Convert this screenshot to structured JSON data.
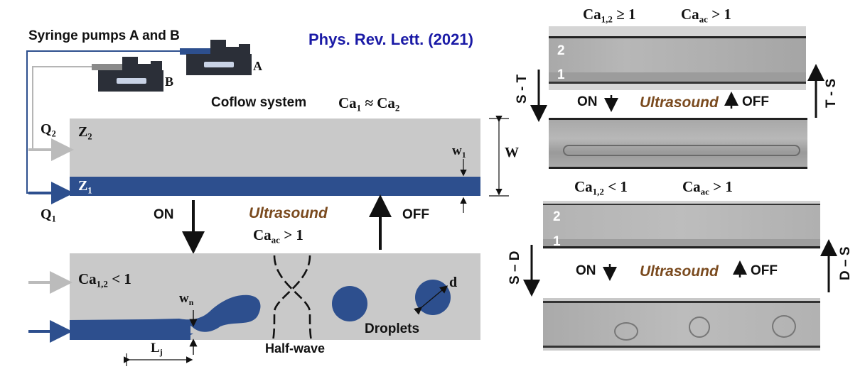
{
  "citation": "Phys. Rev. Lett. (2021)",
  "left": {
    "pumps_label": "Syringe pumps A and B",
    "pump_a": "A",
    "pump_b": "B",
    "coflow_label": "Coflow system",
    "ca_equal": {
      "pre": "Ca",
      "sub1": "1",
      "mid": " ≈ Ca",
      "sub2": "2"
    },
    "q2": {
      "main": "Q",
      "sub": "2"
    },
    "q1": {
      "main": "Q",
      "sub": "1"
    },
    "z2": {
      "main": "Z",
      "sub": "2"
    },
    "z1": {
      "main": "Z",
      "sub": "1"
    },
    "w1": {
      "main": "w",
      "sub": "1"
    },
    "width": "W",
    "on": "ON",
    "off": "OFF",
    "ultrasound": "Ultrasound",
    "ca_ac": {
      "main": "Ca",
      "sub": "ac",
      "rest": " > 1"
    },
    "ca_lower": {
      "main": "Ca",
      "sub": "1,2",
      "rest": " < 1"
    },
    "wn": {
      "main": "w",
      "sub": "n"
    },
    "lj": {
      "main": "L",
      "sub": "j"
    },
    "half_wave": "Half-wave",
    "droplets": "Droplets",
    "d": "d"
  },
  "right": {
    "top_ca12": {
      "main": "Ca",
      "sub": "1,2",
      "rest": " ≥ 1"
    },
    "top_caac": {
      "main": "Ca",
      "sub": "ac",
      "rest": " > 1"
    },
    "layer2": "2",
    "layer1": "1",
    "st": "S - T",
    "ts": "T - S",
    "on": "ON",
    "off": "OFF",
    "ultrasound": "Ultrasound",
    "bot_ca12": {
      "main": "Ca",
      "sub": "1,2",
      "rest": " < 1"
    },
    "bot_caac": {
      "main": "Ca",
      "sub": "ac",
      "rest": " > 1"
    },
    "sd": "S – D",
    "ds": "D – S"
  },
  "colors": {
    "fluid_blue": "#2d4f8e",
    "channel_gray": "#c9c9c9",
    "citation_blue": "#1a1aa6",
    "ultrasound_brown": "#7a4a1e",
    "pump_dark": "#2b2f38"
  }
}
